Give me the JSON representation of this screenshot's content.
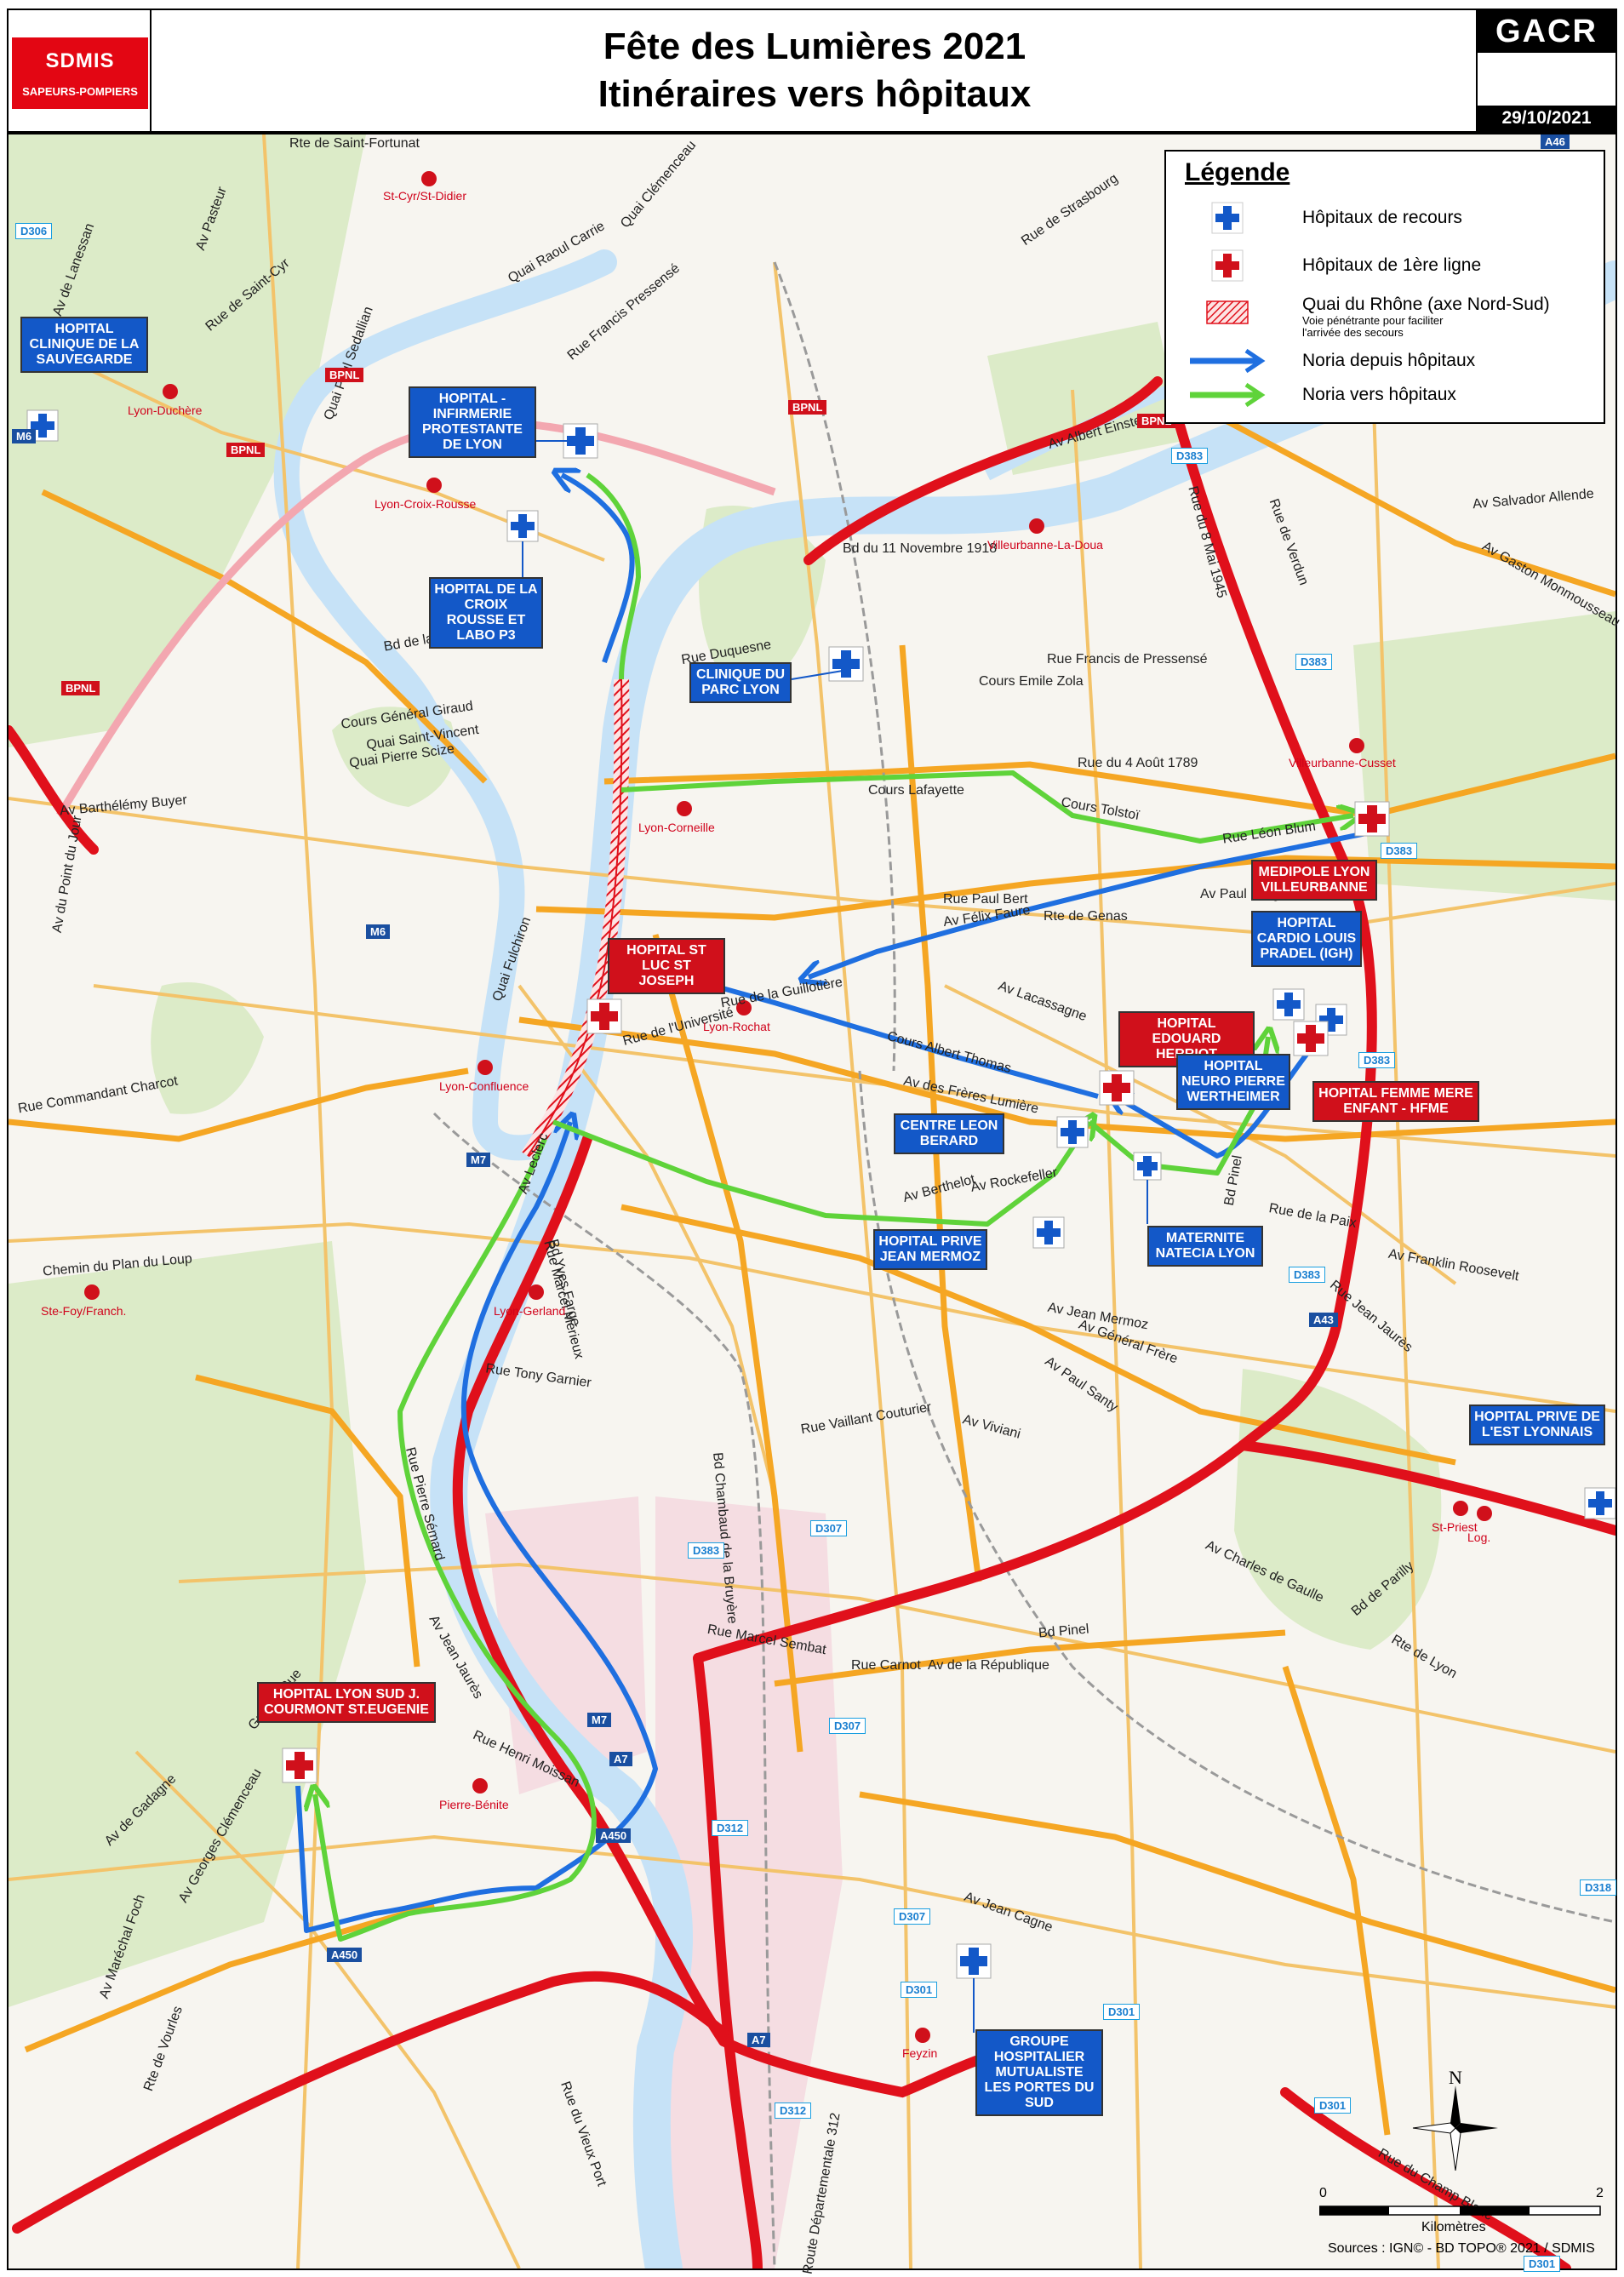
{
  "header": {
    "logo_name": "SDMIS",
    "logo_sub": "SAPEURS-POMPIERS",
    "title_line1": "Fête des Lumières 2021",
    "title_line2": "Itinéraires vers hôpitaux",
    "org_code": "GACR",
    "date": "29/10/2021"
  },
  "colors": {
    "red_brand": "#e30613",
    "route_blue": "#1f6fe0",
    "route_green": "#5fd33a",
    "motorway_red": "#e0101b",
    "major_road": "#f5a623",
    "river": "#c6e2f7",
    "recours_hospital": "#1358c8",
    "first_line_hospital": "#d0101b"
  },
  "legend": {
    "title": "Légende",
    "items": [
      {
        "text": "Hôpitaux de recours",
        "symbol": "blue-cross"
      },
      {
        "text": "Hôpitaux de 1ère ligne",
        "symbol": "red-cross"
      },
      {
        "text": "Quai du Rhône (axe Nord-Sud)",
        "subtext": "Voie pénétrante pour faciliter l'arrivée des secours",
        "symbol": "red-hatch"
      },
      {
        "text": "Noria depuis hôpitaux",
        "symbol": "blue-arrow"
      },
      {
        "text": "Noria vers hôpitaux",
        "symbol": "green-arrow"
      }
    ]
  },
  "hospitals": [
    {
      "name": "HOPITAL CLINIQUE DE LA SAUVEGARDE",
      "type": "recours"
    },
    {
      "name": "HOPITAL - INFIRMERIE PROTESTANTE DE LYON",
      "type": "recours"
    },
    {
      "name": "HOPITAL DE LA CROIX ROUSSE ET LABO P3",
      "type": "recours"
    },
    {
      "name": "CLINIQUE DU PARC LYON",
      "type": "recours"
    },
    {
      "name": "MEDIPOLE LYON VILLEURBANNE",
      "type": "first_line"
    },
    {
      "name": "HOPITAL CARDIO LOUIS PRADEL (IGH)",
      "type": "recours"
    },
    {
      "name": "HOPITAL ST LUC ST JOSEPH",
      "type": "first_line"
    },
    {
      "name": "HOPITAL EDOUARD HERRIOT",
      "type": "first_line"
    },
    {
      "name": "HOPITAL NEURO PIERRE WERTHEIMER",
      "type": "recours"
    },
    {
      "name": "HOPITAL FEMME MERE ENFANT - HFME",
      "type": "first_line"
    },
    {
      "name": "CENTRE LEON BERARD",
      "type": "recours"
    },
    {
      "name": "HOPITAL PRIVE JEAN MERMOZ",
      "type": "recours"
    },
    {
      "name": "MATERNITE NATECIA LYON",
      "type": "recours"
    },
    {
      "name": "HOPITAL PRIVE DE L'EST LYONNAIS",
      "type": "recours"
    },
    {
      "name": "HOPITAL LYON SUD J. COURMONT ST.EUGENIE",
      "type": "first_line"
    },
    {
      "name": "GROUPE HOSPITALIER MUTUALISTE LES PORTES DU SUD",
      "type": "recours"
    }
  ],
  "communes": [
    "St-Cyr/St-Didier",
    "Lyon-Duchère",
    "Lyon-Croix-Rousse",
    "Villeurbanne-La-Doua",
    "Villeurbanne-Cusset",
    "Lyon-Corneille",
    "Lyon-Rochat",
    "Lyon-Confluence",
    "Lyon-Gerland",
    "Ste-Foy/Franch.",
    "Pierre-Bénite",
    "Feyzin",
    "St-Priest",
    "Log."
  ],
  "streets": [
    "Rte de Saint-Fortunat",
    "Av Pasteur",
    "Quai Raoul Carrie",
    "Quai Clémenceau",
    "Rue de Strasbourg",
    "Quai Paul Sedallian",
    "Rue de Saint-Cyr",
    "Av de Lanessan",
    "Rue Francis Pressensé",
    "Av Albert Einstein",
    "Av Salvador Allende",
    "Bd du 11 Novembre 1918",
    "Av Gaston Monmousseau",
    "Rue du 8 Mai 1945",
    "Rue de Verdun",
    "Bd de la Croix Rousse",
    "Rue Duquesne",
    "Rue Francis de Pressensé",
    "Cours Emile Zola",
    "Cours Général Giraud",
    "Quai Saint-Vincent",
    "Quai Pierre Scize",
    "Rue du 4 Août 1789",
    "Cours Lafayette",
    "Cours Tolstoï",
    "Rue Léon Blum",
    "Av Barthélémy Buyer",
    "Av Paul Krüger",
    "Rue Paul Bert",
    "Av Félix Faure",
    "Rte de Genas",
    "Quai Fulchiron",
    "Cours Albert Thomas",
    "Av Lacassagne",
    "Av des Frères Lumière",
    "Rue de l'Université",
    "Rue de la Guillotière",
    "Av Rockefeller",
    "Rue Commandant Charcot",
    "Av Berthelot",
    "Bd Pinel",
    "Rue de la Paix",
    "Av Franklin Roosevelt",
    "Rue Jean Jaurès",
    "Av Jean Mermoz",
    "Av Général Frère",
    "Av Paul Santy",
    "Chemin du Plan du Loup",
    "Av Leclerc",
    "Rue Pierre Sémard",
    "Bd Yves Farge",
    "Rue Marcel Mérieux",
    "Rue Tony Garnier",
    "Bd Chambaud de la Bruyère",
    "Rue Vaillant Couturier",
    "Av Viviani",
    "Bd Pinel",
    "Rue Marcel Sembat",
    "Rue Carnot",
    "Av de la République",
    "Av Charles de Gaulle",
    "Bd de Parilly",
    "Rte de Lyon",
    "Grande Rue",
    "Av de Gadagne",
    "Av Georges Clémenceau",
    "Av Maréchal Foch",
    "Rte de Vourles",
    "Av Jean Cagne",
    "Rue du Vieux Port",
    "Route Départementale 312",
    "Rue du Champ Blanc",
    "Av Jean Jaurès",
    "Rue Henri Moissan",
    "Av du Point du Jour"
  ],
  "shields": [
    {
      "text": "A46",
      "kind": "motor"
    },
    {
      "text": "D306",
      "kind": "dep"
    },
    {
      "text": "M6",
      "kind": "motor"
    },
    {
      "text": "BPNL",
      "kind": "bpnl"
    },
    {
      "text": "BPNL",
      "kind": "bpnl"
    },
    {
      "text": "BPNL",
      "kind": "bpnl"
    },
    {
      "text": "BPNL",
      "kind": "bpnl"
    },
    {
      "text": "BPNL",
      "kind": "bpnl"
    },
    {
      "text": "D383",
      "kind": "dep"
    },
    {
      "text": "D383",
      "kind": "dep"
    },
    {
      "text": "D383",
      "kind": "dep"
    },
    {
      "text": "D383",
      "kind": "dep"
    },
    {
      "text": "D383",
      "kind": "dep"
    },
    {
      "text": "D383",
      "kind": "dep"
    },
    {
      "text": "M6",
      "kind": "motor"
    },
    {
      "text": "M7",
      "kind": "motor"
    },
    {
      "text": "M7",
      "kind": "motor"
    },
    {
      "text": "A7",
      "kind": "motor"
    },
    {
      "text": "A7",
      "kind": "motor"
    },
    {
      "text": "A450",
      "kind": "motor"
    },
    {
      "text": "A450",
      "kind": "motor"
    },
    {
      "text": "A43",
      "kind": "motor"
    },
    {
      "text": "D307",
      "kind": "dep"
    },
    {
      "text": "D307",
      "kind": "dep"
    },
    {
      "text": "D307",
      "kind": "dep"
    },
    {
      "text": "D312",
      "kind": "dep"
    },
    {
      "text": "D312",
      "kind": "dep"
    },
    {
      "text": "D301",
      "kind": "dep"
    },
    {
      "text": "D301",
      "kind": "dep"
    },
    {
      "text": "D301",
      "kind": "dep"
    },
    {
      "text": "D318",
      "kind": "dep"
    },
    {
      "text": "D301",
      "kind": "dep"
    }
  ],
  "scale": {
    "start": "0",
    "end": "2",
    "unit": "Kilomètres"
  },
  "north_label": "N",
  "sources": "Sources : IGN© - BD TOPO® 2021 / SDMIS"
}
